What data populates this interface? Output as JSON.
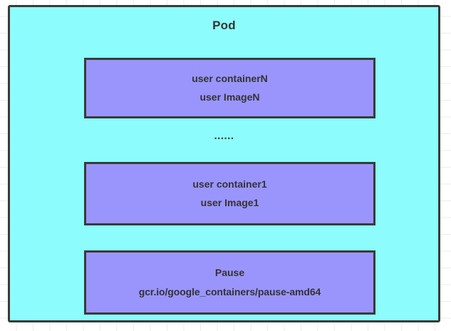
{
  "diagram": {
    "title": "Pod",
    "pod_fill_color": "#8cfcfc",
    "container_fill_color": "#9a95fc",
    "border_color": "#3a3a3a",
    "text_color": "#333333",
    "background_color": "#ffffff",
    "grid_line_color": "#ededed",
    "ellipsis": "......",
    "containers": [
      {
        "name": "user containerN",
        "image": "user ImageN"
      },
      {
        "name": "user container1",
        "image": "user Image1"
      },
      {
        "name": "Pause",
        "image": "gcr.io/google_containers/pause-amd64"
      }
    ]
  }
}
